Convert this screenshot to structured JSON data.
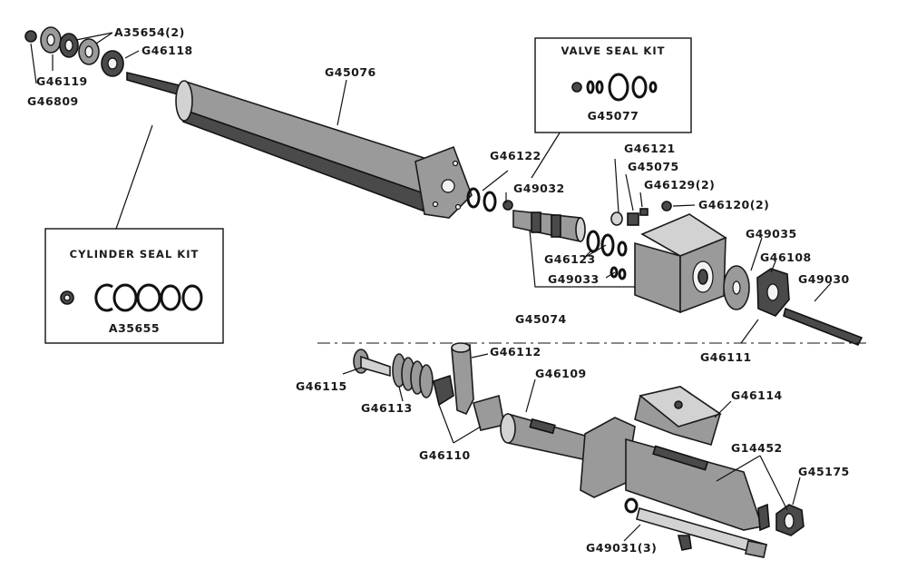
{
  "colors": {
    "ink": "#1a1a1a",
    "metal": "#9a9a9a",
    "metal_dark": "#4a4a4a",
    "paper": "#ffffff"
  },
  "kits": {
    "valve_seal": {
      "title": "VALVE SEAL KIT",
      "part": "G45077"
    },
    "cylinder_seal": {
      "title": "CYLINDER SEAL KIT",
      "part": "A35655"
    }
  },
  "labels": {
    "a35654": "A35654(2)",
    "g46118": "G46118",
    "g46119": "G46119",
    "g46809": "G46809",
    "g45076": "G45076",
    "g46122": "G46122",
    "g49032": "G49032",
    "g46121": "G46121",
    "g45075": "G45075",
    "g46129": "G46129(2)",
    "g46120": "G46120(2)",
    "g49035": "G49035",
    "g46108": "G46108",
    "g49030": "G49030",
    "g46123": "G46123",
    "g49033": "G49033",
    "g45074": "G45074",
    "g46111": "G46111",
    "g46112": "G46112",
    "g46115": "G46115",
    "g46113": "G46113",
    "g46109": "G46109",
    "g46114": "G46114",
    "g46110": "G46110",
    "g14452": "G14452",
    "g45175": "G45175",
    "g49031": "G49031(3)"
  }
}
